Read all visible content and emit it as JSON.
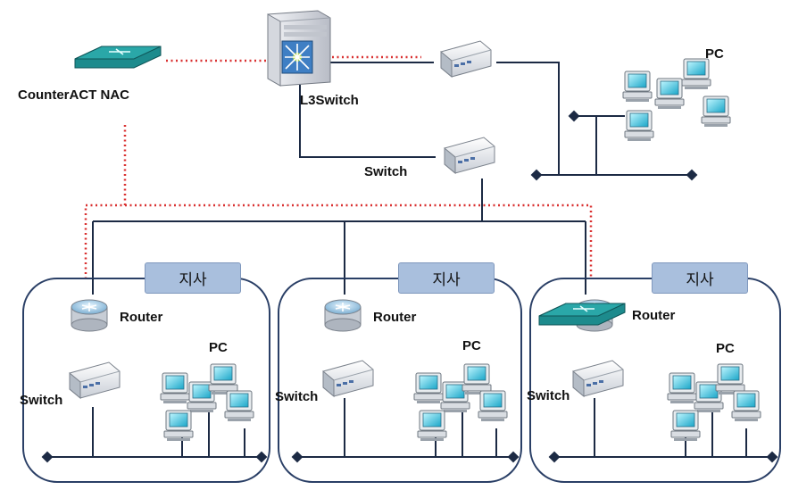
{
  "labels": {
    "nac": "CounterACT NAC",
    "l3switch": "L3Switch",
    "core_switch": "Switch",
    "hq_pc": "PC",
    "branch_tag": "지사",
    "router": "Router",
    "switch": "Switch",
    "pc": "PC"
  },
  "colors": {
    "line": "#1c2a44",
    "dotted": "#d93030",
    "branch_border": "#2a3f66",
    "tag_fill": "#a9bfdd",
    "device_teal": "#1d8b8d"
  },
  "icons": [
    "nac-appliance-icon",
    "l3-switch-icon",
    "switch-icon",
    "router-icon",
    "pc-icon"
  ]
}
